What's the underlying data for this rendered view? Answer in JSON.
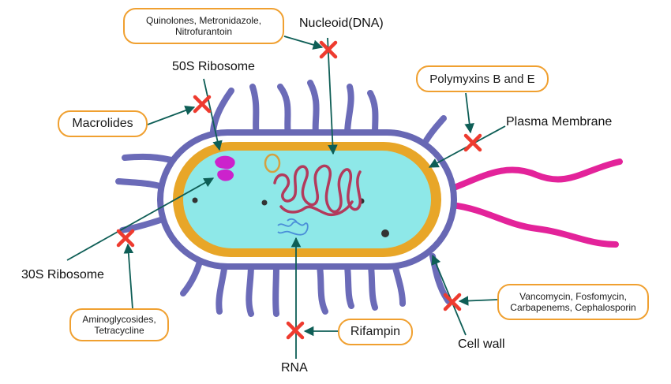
{
  "labels": {
    "nucleoid": "Nucleoid(DNA)",
    "ribosome_50s": "50S Ribosome",
    "ribosome_30s": "30S Ribosome",
    "plasma_membrane": "Plasma Membrane",
    "cell_wall": "Cell wall",
    "rna": "RNA"
  },
  "drugs": {
    "quinolones_line1": "Quinolones, Metronidazole,",
    "quinolones_line2": "Nitrofurantoin",
    "polymyxins": "Polymyxins B and E",
    "macrolides": "Macrolides",
    "aminoglycosides_line1": "Aminoglycosides,",
    "aminoglycosides_line2": "Tetracycline",
    "rifampin": "Rifampin",
    "vancomycin_line1": "Vancomycin, Fosfomycin,",
    "vancomycin_line2": "Carbapenems, Cephalosporin"
  },
  "colors": {
    "pili": "#6b6bb8",
    "outer_wall": "#6868b4",
    "membrane": "#e8a628",
    "cytoplasm": "#8ee8e8",
    "flagella": "#e3239a",
    "dna": "#b33a5c",
    "ribosome": "#cc22cc",
    "plasmid": "#d4a040",
    "rna": "#4a8ed8",
    "dot": "#333333",
    "arrow": "#0e5e56",
    "cross": "#ee3b2f",
    "box_border": "#f0a030"
  }
}
